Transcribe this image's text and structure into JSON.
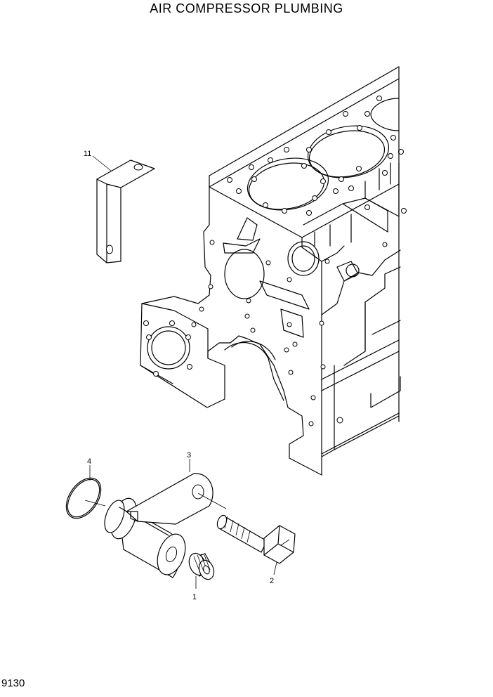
{
  "title": "AIR COMPRESSOR PLUMBING",
  "page_code": "9130",
  "callouts": {
    "c11": "11",
    "c4": "4",
    "c3": "3",
    "c2": "2",
    "c1": "1"
  },
  "parts": [
    {
      "ref": "1",
      "icon": "plug-icon"
    },
    {
      "ref": "2",
      "icon": "hex-bolt-icon"
    },
    {
      "ref": "3",
      "icon": "bracket-plate-icon"
    },
    {
      "ref": "4",
      "icon": "o-ring-icon"
    },
    {
      "ref": "11",
      "icon": "l-bracket-icon"
    }
  ]
}
